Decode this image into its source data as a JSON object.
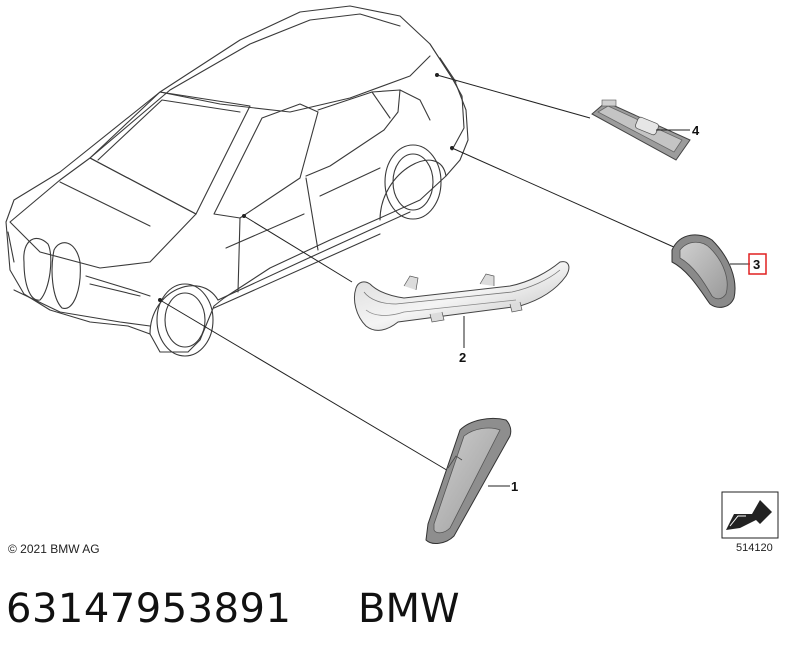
{
  "diagram": {
    "callouts": [
      {
        "number": "1"
      },
      {
        "number": "2"
      },
      {
        "number": "3",
        "highlighted": true,
        "highlight_color": "#e02020"
      },
      {
        "number": "4"
      }
    ],
    "copyright": "© 2021 BMW AG",
    "diagram_code": "514120",
    "corner_icon": "folded-page-arrow-icon"
  },
  "footer": {
    "part_number": "63147953891",
    "brand": "BMW"
  }
}
